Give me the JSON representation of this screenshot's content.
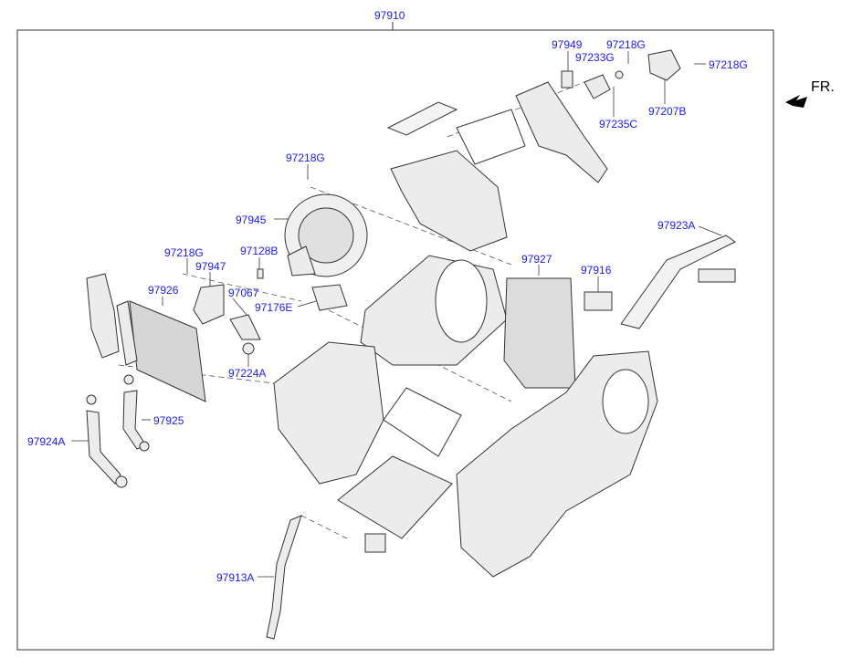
{
  "diagram": {
    "top_label": "97910",
    "direction_label": "FR.",
    "labels": {
      "p97949": "97949",
      "p97218G_a": "97218G",
      "p97233G": "97233G",
      "p97218G_b": "97218G",
      "p97207B": "97207B",
      "p97235C": "97235C",
      "p97218G_c": "97218G",
      "p97945": "97945",
      "p97923A": "97923A",
      "p97218G_d": "97218G",
      "p97128B": "97128B",
      "p97927": "97927",
      "p97947": "97947",
      "p97916": "97916",
      "p97926": "97926",
      "p97067": "97067",
      "p97176E": "97176E",
      "p97224A": "97224A",
      "p97925": "97925",
      "p97924A": "97924A",
      "p97913A": "97913A"
    },
    "colors": {
      "label": "#1a1aff",
      "line": "#333333",
      "part_fill": "#e9e9e9"
    }
  }
}
